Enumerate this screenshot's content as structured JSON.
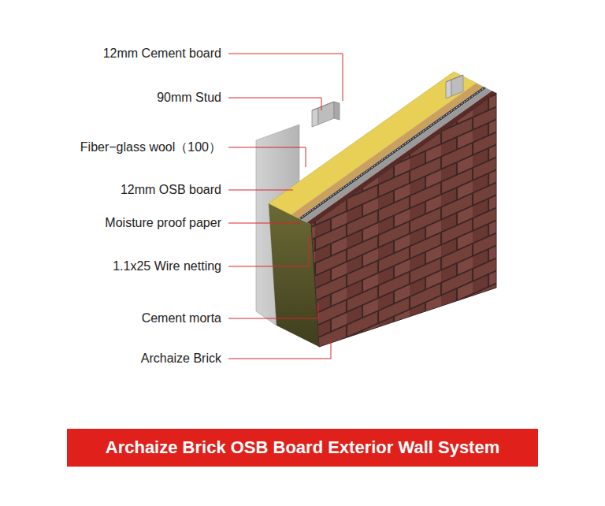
{
  "diagram": {
    "title": "Archaize Brick OSB Board Exterior Wall System",
    "labels": [
      "12mm Cement board",
      "90mm Stud",
      "Fiber−glass wool（100）",
      "12mm OSB board",
      "Moisture proof paper",
      "1.1x25 Wire netting",
      "Cement morta",
      "Archaize Brick"
    ]
  }
}
